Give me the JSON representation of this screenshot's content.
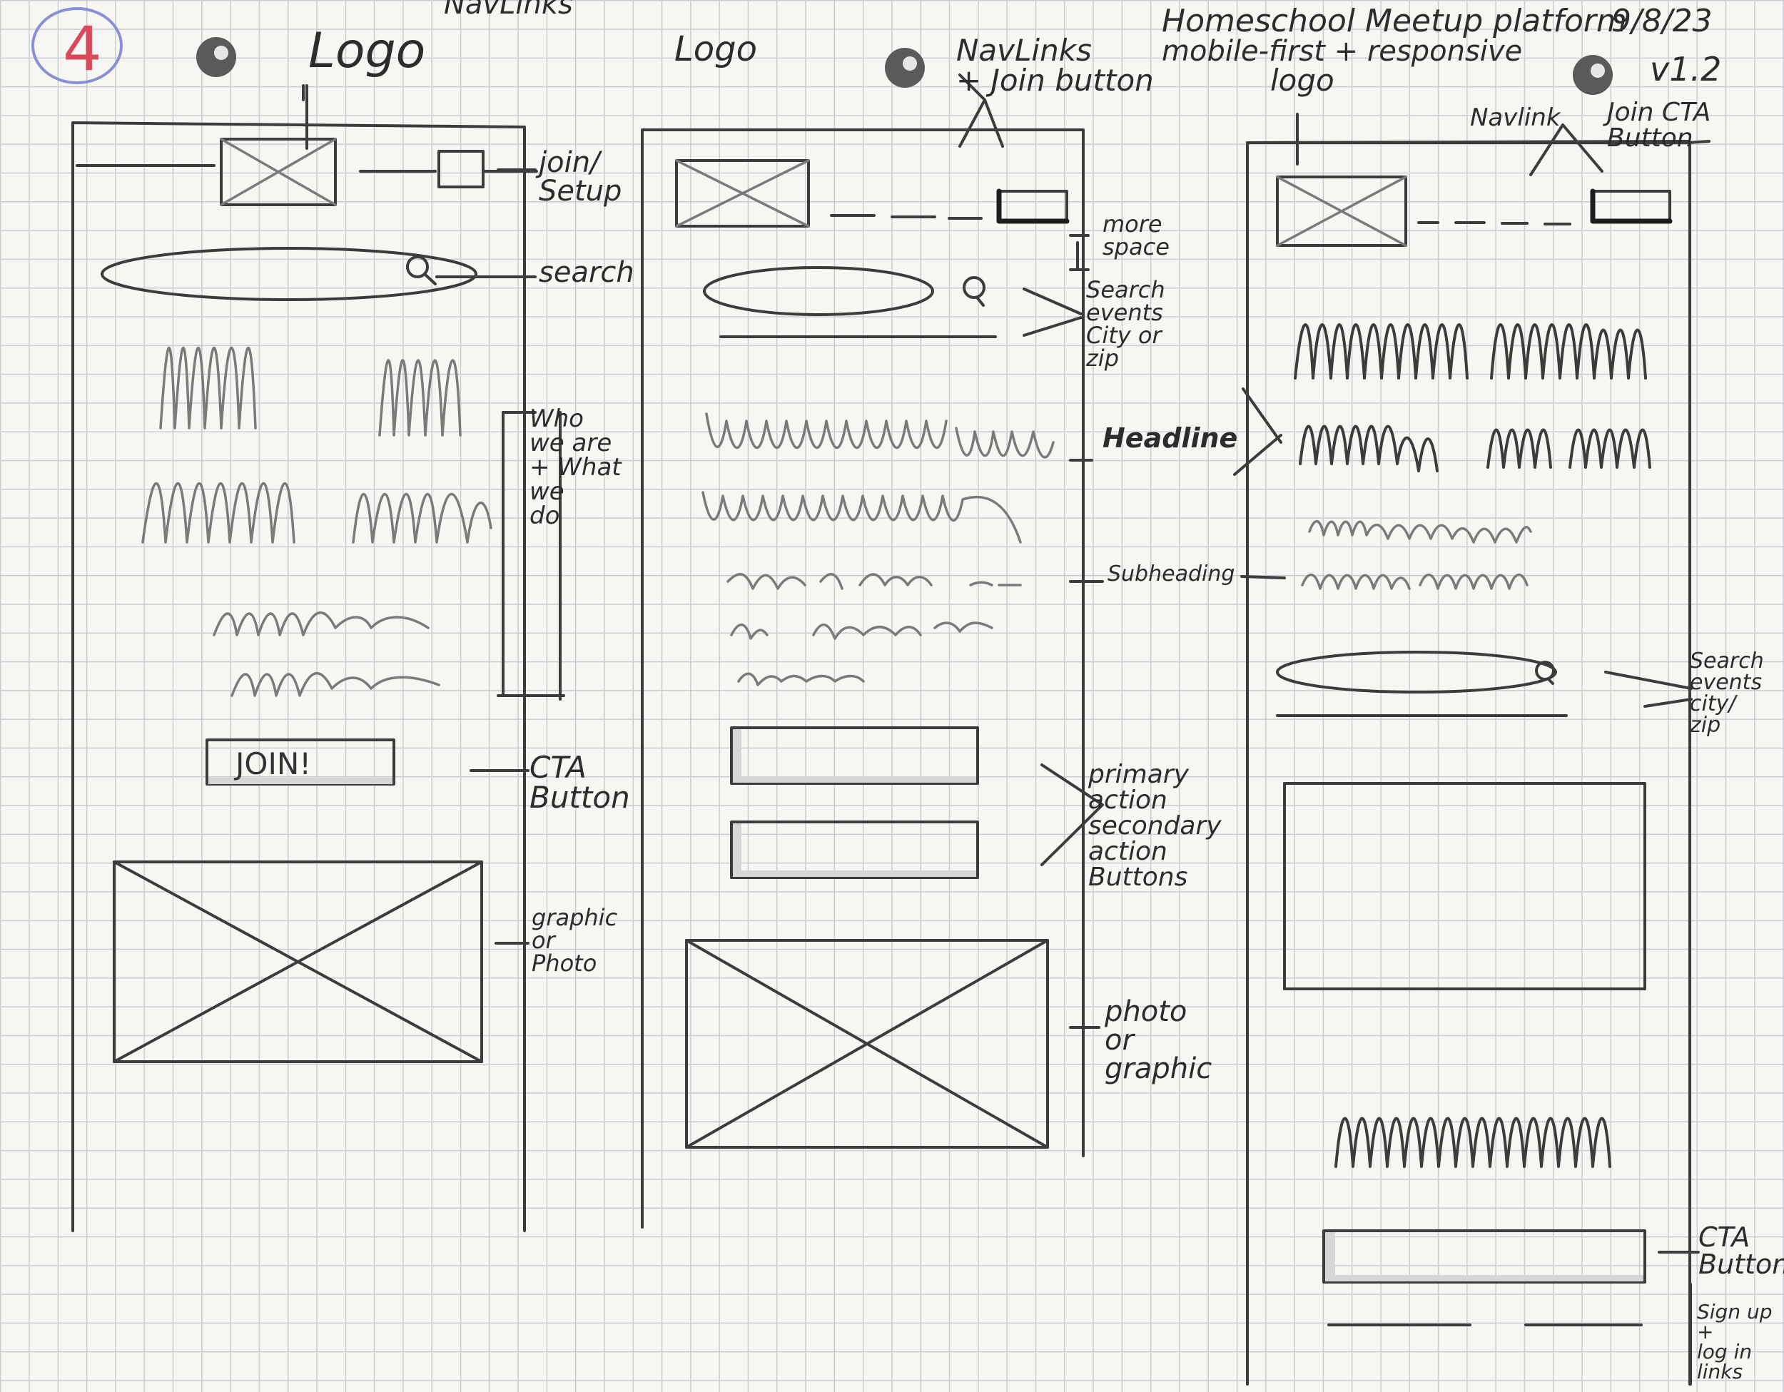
{
  "page_number": "4",
  "header": {
    "title": "Homeschool Meetup platform",
    "date": "9/8/23",
    "subtitle": "mobile-first + responsive",
    "version": "v1.2"
  },
  "wireframes": [
    {
      "id": "frame-1",
      "annotations": {
        "navlinks": "NavLinks",
        "logo": "Logo",
        "join": "join/\nSetup",
        "search": "search",
        "who": "Who\nwe are\n+ What\nwe\ndo",
        "cta": "CTA\nButton",
        "graphic": "graphic\nor\nPhoto"
      },
      "button_label": "JOIN!"
    },
    {
      "id": "frame-2",
      "annotations": {
        "logo": "Logo",
        "navlinks": "NavLinks\n+ Join button",
        "more_space": "more\nspace",
        "search": "Search\nevents\nCity or\nzip",
        "headline": "Headline",
        "subheading": "Subheading",
        "buttons": "primary\naction\nsecondary\naction\nButtons",
        "photo": "photo\nor\ngraphic"
      }
    },
    {
      "id": "frame-3",
      "annotations": {
        "logo": "logo",
        "navlink": "Navlink",
        "join_cta": "Join CTA\nButton",
        "search": "Search\nevents\ncity/\nzip",
        "cta": "CTA\nButton",
        "signup": "Sign up\n+\nlog in\nlinks"
      }
    }
  ]
}
